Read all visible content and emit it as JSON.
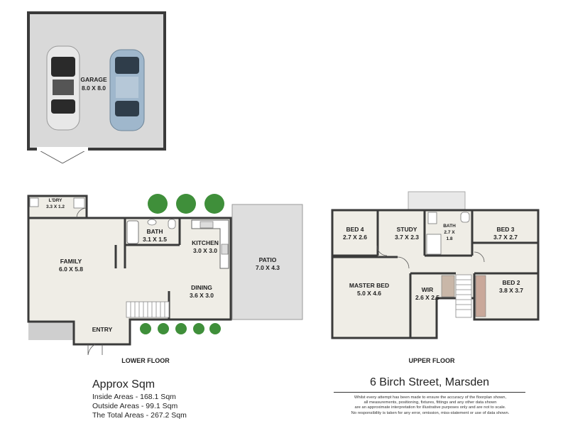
{
  "floors": {
    "lower": {
      "label": "LOWER FLOOR",
      "rooms": {
        "garage": {
          "name": "GARAGE",
          "dims": "8.0 X 8.0"
        },
        "laundry": {
          "name": "L'DRY",
          "dims": "3.3 X 1.2"
        },
        "bath": {
          "name": "BATH",
          "dims": "3.1 X 1.5"
        },
        "kitchen": {
          "name": "KITCHEN",
          "dims": "3.0 X 3.0"
        },
        "family": {
          "name": "FAMILY",
          "dims": "6.0 X 5.8"
        },
        "dining": {
          "name": "DINING",
          "dims": "3.6 X 3.0"
        },
        "patio": {
          "name": "PATIO",
          "dims": "7.0 X 4.3"
        },
        "entry": {
          "name": "ENTRY"
        }
      }
    },
    "upper": {
      "label": "UPPER FLOOR",
      "rooms": {
        "bed4": {
          "name": "BED 4",
          "dims": "2.7 X 2.6"
        },
        "study": {
          "name": "STUDY",
          "dims": "3.7 X 2.3"
        },
        "bath": {
          "name": "BATH",
          "dims_line1": "2.7 X",
          "dims_line2": "1.8"
        },
        "bed3": {
          "name": "BED 3",
          "dims": "3.7 X 2.7"
        },
        "master": {
          "name": "MASTER BED",
          "dims": "5.0 X 4.6"
        },
        "wir": {
          "name": "WIR",
          "dims": "2.6 X 2.5"
        },
        "bed2": {
          "name": "BED 2",
          "dims": "3.8 X 3.7"
        }
      }
    }
  },
  "summary": {
    "title": "Approx Sqm",
    "inside": "Inside Areas - 168.1 Sqm",
    "outside": "Outside Areas - 99.1 Sqm",
    "total": "The Total Areas - 267.2 Sqm"
  },
  "address": "6 Birch Street, Marsden",
  "disclaimer": [
    "Whilst every attempt has been made to ensure the accuracy of the floorplan shown,",
    "all measurements, positioning, fixtures, fittings and any other data shown",
    "are an approximate interpretation for illustrative purposes only and are not to scale.",
    "No responsibility is taken for any error, omission, miss-statement or use of data shown."
  ],
  "colors": {
    "wall": "#3a3a3a",
    "floor": "#efede6",
    "garage_floor": "#d9d9d9",
    "patio_floor": "#dedede",
    "tree": "#3f8f3a",
    "car_white": "#e8e8e8",
    "car_blue": "#9fb7cc"
  }
}
